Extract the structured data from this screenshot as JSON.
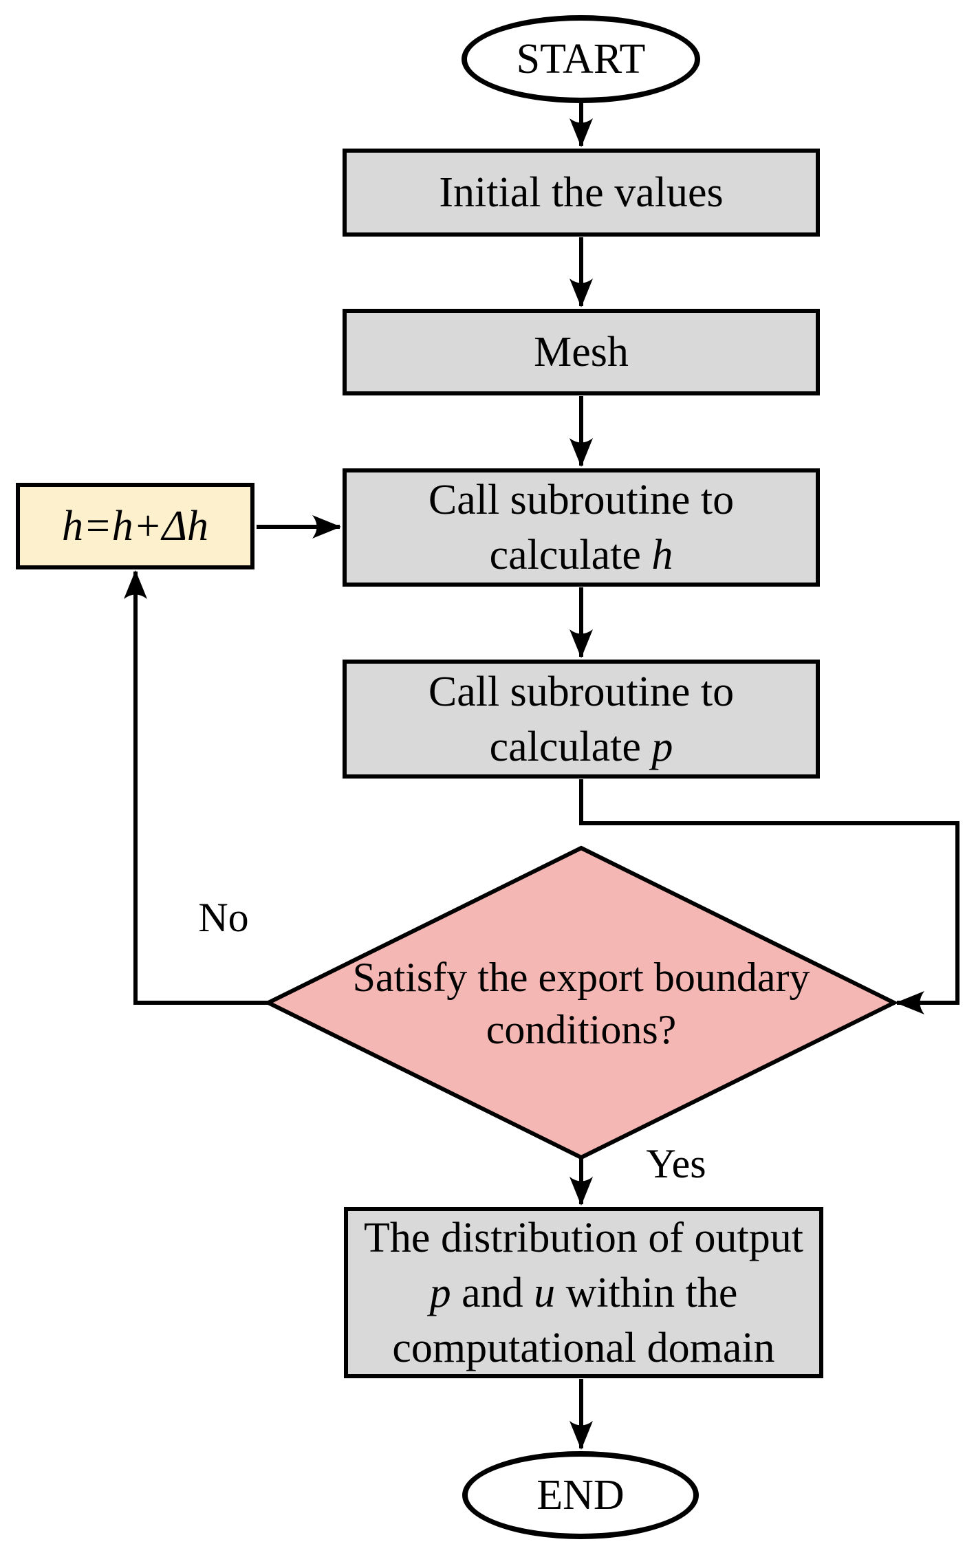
{
  "figure": {
    "type": "flowchart"
  },
  "colors": {
    "process_fill": "#d9d9d9",
    "increment_fill": "#fcf0cd",
    "decision_fill": "#f4b7b3",
    "stroke": "#000000",
    "background": "#ffffff"
  },
  "nodes": {
    "start": {
      "label": "START"
    },
    "init_values": {
      "label": "Initial the values"
    },
    "mesh": {
      "label": "Mesh"
    },
    "calc_h": {
      "line1": "Call subroutine to",
      "line2_prefix": "calculate ",
      "line2_var": "h"
    },
    "calc_p": {
      "line1": "Call subroutine to",
      "line2_prefix": "calculate ",
      "line2_var": "p"
    },
    "increment_h": {
      "label": "h=h+Δh"
    },
    "decision": {
      "label": "Satisfy the export boundary conditions?"
    },
    "output": {
      "line1": "The distribution of output",
      "line2_var1": "p",
      "line2_mid": " and ",
      "line2_var2": "u",
      "line2_suffix": " within the",
      "line3": "computational domain"
    },
    "end": {
      "label": "END"
    }
  },
  "edge_labels": {
    "no": "No",
    "yes": "Yes"
  }
}
